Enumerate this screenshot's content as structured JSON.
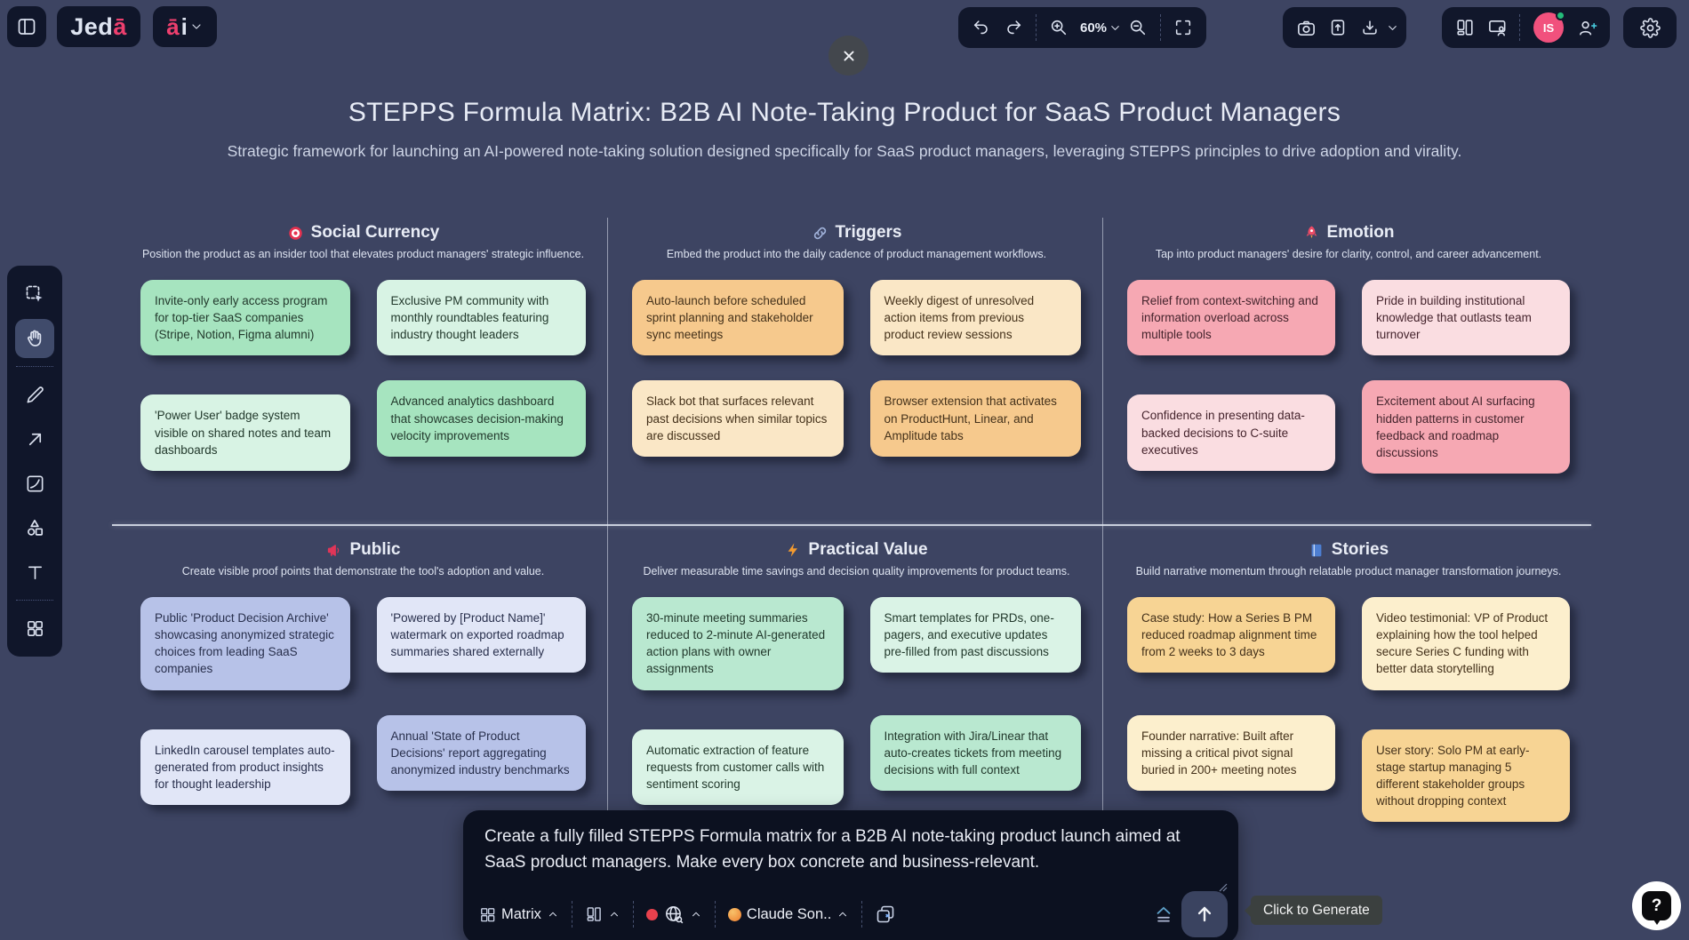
{
  "app": {
    "logo_primary": "Jed",
    "logo_accent": "ā",
    "logo_ai": "āi"
  },
  "topbar": {
    "zoom_level": "60%",
    "avatar_initials": "IS",
    "icons": [
      "sidebar-toggle-icon",
      "undo-icon",
      "redo-icon",
      "zoom-in-icon",
      "zoom-dropdown",
      "zoom-out-icon",
      "fullscreen-icon",
      "screenshot-icon",
      "share-icon",
      "download-icon",
      "layout-columns-icon",
      "present-icon",
      "avatar",
      "add-person-icon",
      "settings-gear-icon"
    ]
  },
  "board": {
    "title": "STEPPS Formula Matrix: B2B AI Note-Taking Product for SaaS Product Managers",
    "subtitle": "Strategic framework for launching an AI-powered note-taking solution designed specifically for SaaS product managers, leveraging STEPPS principles to drive adoption and virality."
  },
  "matrix": {
    "sections": [
      {
        "title": "Social Currency",
        "icon": "target-icon",
        "description": "Position the product as an insider tool that elevates product managers' strategic influence.",
        "notes": [
          {
            "text": "Invite-only early access program for top-tier SaaS companies (Stripe, Notion, Figma alumni)",
            "tone": "strong"
          },
          {
            "text": "Exclusive PM community with monthly roundtables featuring industry thought leaders",
            "tone": "soft"
          },
          {
            "text": "'Power User' badge system visible on shared notes and team dashboards",
            "tone": "soft"
          },
          {
            "text": "Advanced analytics dashboard that showcases decision-making velocity improvements",
            "tone": "strong"
          }
        ]
      },
      {
        "title": "Triggers",
        "icon": "link-icon",
        "description": "Embed the product into the daily cadence of product management workflows.",
        "notes": [
          {
            "text": "Auto-launch before scheduled sprint planning and stakeholder sync meetings",
            "tone": "strong"
          },
          {
            "text": "Weekly digest of unresolved action items from previous product review sessions",
            "tone": "soft"
          },
          {
            "text": "Slack bot that surfaces relevant past decisions when similar topics are discussed",
            "tone": "soft"
          },
          {
            "text": "Browser extension that activates on ProductHunt, Linear, and Amplitude tabs",
            "tone": "strong"
          }
        ]
      },
      {
        "title": "Emotion",
        "icon": "rocket-icon",
        "description": "Tap into product managers' desire for clarity, control, and career advancement.",
        "notes": [
          {
            "text": "Relief from context-switching and information overload across multiple tools",
            "tone": "strong"
          },
          {
            "text": "Pride in building institutional knowledge that outlasts team turnover",
            "tone": "soft"
          },
          {
            "text": "Confidence in presenting data-backed decisions to C-suite executives",
            "tone": "soft"
          },
          {
            "text": "Excitement about AI surfacing hidden patterns in customer feedback and roadmap discussions",
            "tone": "strong"
          }
        ]
      },
      {
        "title": "Public",
        "icon": "megaphone-icon",
        "description": "Create visible proof points that demonstrate the tool's adoption and value.",
        "notes": [
          {
            "text": "Public 'Product Decision Archive' showcasing anonymized strategic choices from leading SaaS companies",
            "tone": "strong"
          },
          {
            "text": "'Powered by [Product Name]' watermark on exported roadmap summaries shared externally",
            "tone": "soft"
          },
          {
            "text": "LinkedIn carousel templates auto-generated from product insights for thought leadership",
            "tone": "soft"
          },
          {
            "text": "Annual 'State of Product Decisions' report aggregating anonymized industry benchmarks",
            "tone": "strong"
          }
        ]
      },
      {
        "title": "Practical Value",
        "icon": "lightning-icon",
        "description": "Deliver measurable time savings and decision quality improvements for product teams.",
        "notes": [
          {
            "text": "30-minute meeting summaries reduced to 2-minute AI-generated action plans with owner assignments",
            "tone": "strong"
          },
          {
            "text": "Smart templates for PRDs, one-pagers, and executive updates pre-filled from past discussions",
            "tone": "soft"
          },
          {
            "text": "Automatic extraction of feature requests from customer calls with sentiment scoring",
            "tone": "soft"
          },
          {
            "text": "Integration with Jira/Linear that auto-creates tickets from meeting decisions with full context",
            "tone": "strong"
          }
        ]
      },
      {
        "title": "Stories",
        "icon": "book-icon",
        "description": "Build narrative momentum through relatable product manager transformation journeys.",
        "notes": [
          {
            "text": "Case study: How a Series B PM reduced roadmap alignment time from 2 weeks to 3 days",
            "tone": "strong"
          },
          {
            "text": "Video testimonial: VP of Product explaining how the tool helped secure Series C funding with better data storytelling",
            "tone": "soft"
          },
          {
            "text": "Founder narrative: Built after missing a critical pivot signal buried in 200+ meeting notes",
            "tone": "soft"
          },
          {
            "text": "User story: Solo PM at early-stage startup managing 5 different stakeholder groups without dropping context",
            "tone": "strong"
          }
        ]
      }
    ]
  },
  "left_toolbar": {
    "tools": [
      "select",
      "pan-hand",
      "pencil",
      "arrow",
      "media",
      "shapes",
      "text",
      "templates"
    ],
    "active_tool": "pan-hand"
  },
  "prompt_bar": {
    "input_value": "Create a fully filled STEPPS Formula matrix for a B2B AI note-taking product launch aimed at SaaS product managers. Make every box concrete and business-relevant.",
    "template_label": "Matrix",
    "model_label": "Claude Son..",
    "tooltip": "Click to Generate",
    "help_label": "?"
  },
  "palette": {
    "background": "#3d4462",
    "panel_dark": "#10162a",
    "prompt_bar_bg": "#0c1120",
    "brand_pink": "#ee3f6e",
    "avatar_pink": "#f1517d",
    "online_green": "#24bd7a",
    "accent_teal": "#5d9fc7",
    "tooltip_bg": "#3b403f",
    "note_green_strong": "#a6e4bf",
    "note_green_soft": "#d8f3e4",
    "note_orange_strong": "#f6c98d",
    "note_orange_soft": "#fae7c6",
    "note_pink_strong": "#f6a8b3",
    "note_pink_soft": "#fadde1",
    "note_periwinkle_strong": "#b7c2e8",
    "note_periwinkle_soft": "#e1e6f7",
    "note_mint_strong": "#b9e8d0",
    "note_mint_soft": "#daf3e6",
    "note_gold_strong": "#f7d494",
    "note_gold_soft": "#fcefcd"
  }
}
